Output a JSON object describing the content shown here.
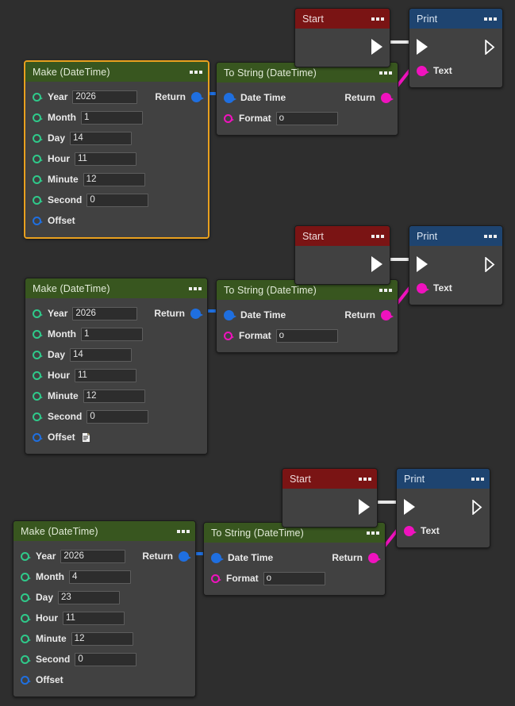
{
  "canvas": {
    "background_color": "#2e2e2e",
    "selection_border_color": "#e8a01e"
  },
  "palette": {
    "header_green": "#38561f",
    "header_red": "#7a1414",
    "header_blue": "#1e4470",
    "node_body": "#414141",
    "pin_green": "#2fc98a",
    "pin_blue": "#1f6fe0",
    "pin_magenta": "#f012be",
    "wire_exec": "#e8e8e8",
    "wire_string": "#f012be",
    "wire_datetime": "#1f6fe0"
  },
  "labels": {
    "menu_dots": "...",
    "return": "Return",
    "text": "Text",
    "date_time": "Date Time",
    "format": "Format",
    "year": "Year",
    "month": "Month",
    "day": "Day",
    "hour": "Hour",
    "minute": "Minute",
    "second": "Second",
    "offset": "Offset"
  },
  "graphs": [
    {
      "id": "graph-1",
      "make": {
        "title": "Make (DateTime)",
        "selected": true,
        "has_offset_doc_icon": false,
        "fields": {
          "year": "2026",
          "month": "1",
          "day": "14",
          "hour": "11",
          "minute": "12",
          "second": "0"
        }
      },
      "tostring": {
        "title": "To String (DateTime)",
        "format": "o"
      },
      "start": {
        "title": "Start"
      },
      "print": {
        "title": "Print"
      }
    },
    {
      "id": "graph-2",
      "make": {
        "title": "Make (DateTime)",
        "selected": false,
        "has_offset_doc_icon": true,
        "fields": {
          "year": "2026",
          "month": "1",
          "day": "14",
          "hour": "11",
          "minute": "12",
          "second": "0"
        }
      },
      "tostring": {
        "title": "To String (DateTime)",
        "format": "o"
      },
      "start": {
        "title": "Start"
      },
      "print": {
        "title": "Print"
      }
    },
    {
      "id": "graph-3",
      "make": {
        "title": "Make (DateTime)",
        "selected": false,
        "has_offset_doc_icon": false,
        "fields": {
          "year": "2026",
          "month": "4",
          "day": "23",
          "hour": "11",
          "minute": "12",
          "second": "0"
        }
      },
      "tostring": {
        "title": "To String (DateTime)",
        "format": "o"
      },
      "start": {
        "title": "Start"
      },
      "print": {
        "title": "Print"
      }
    }
  ]
}
